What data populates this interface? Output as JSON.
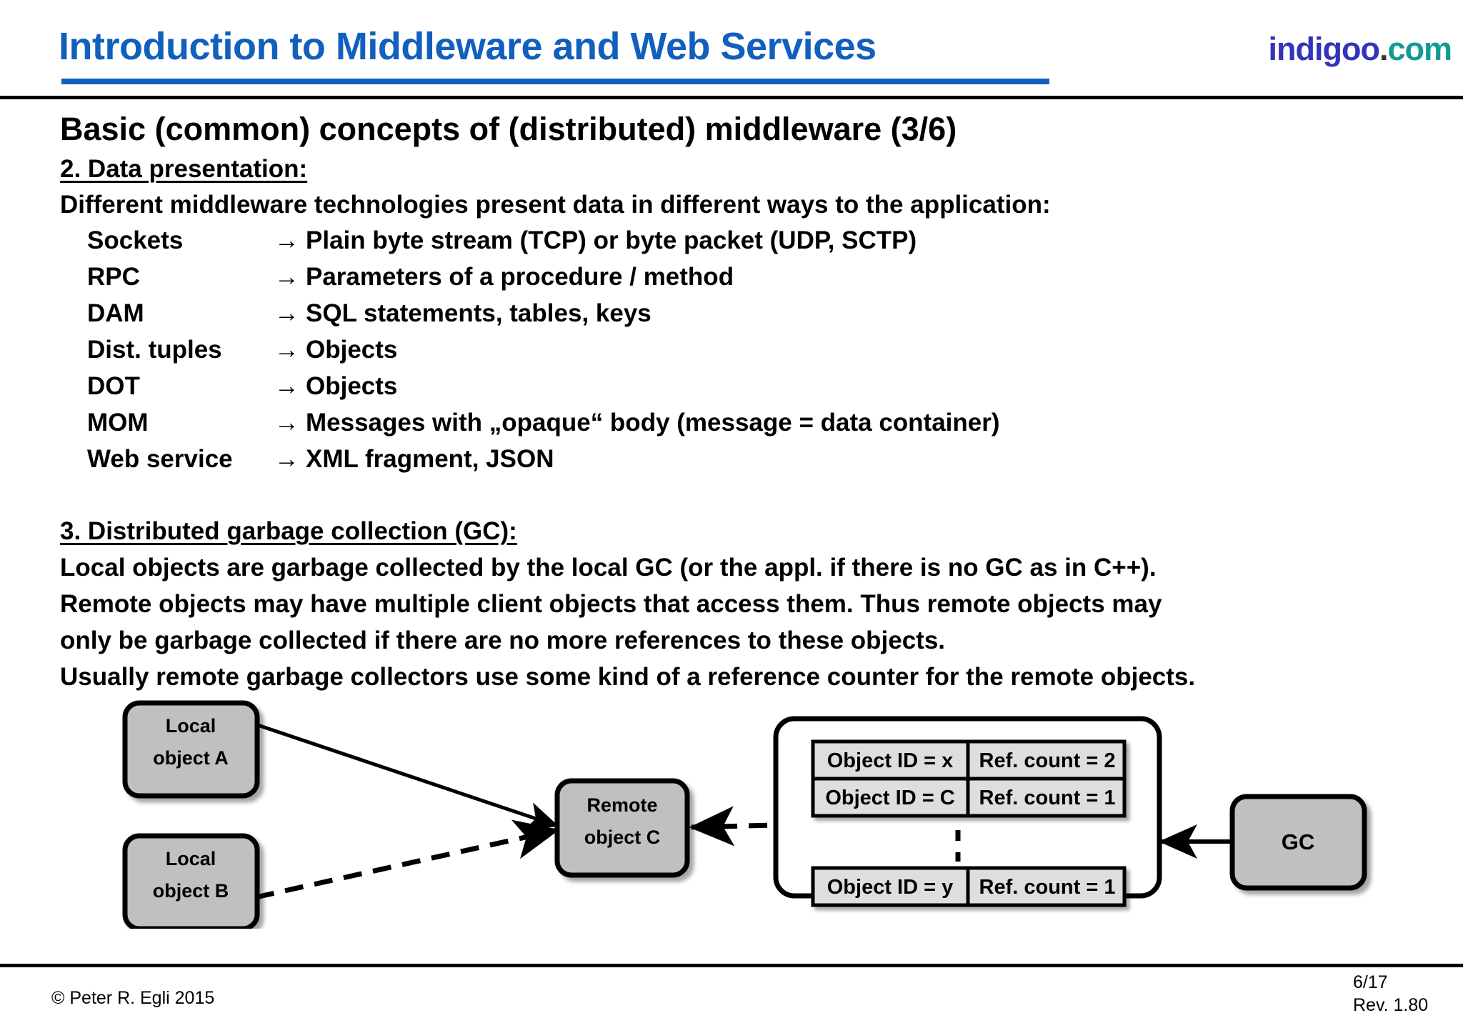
{
  "header": {
    "title": "Introduction to Middleware and Web Services",
    "logo": {
      "name": "indigoo",
      "dot": ".",
      "tld": "com"
    },
    "accent_color": "#1160bd",
    "logo_name_color": "#3333bb",
    "logo_tld_color": "#0f9d93"
  },
  "slide": {
    "title": "Basic (common) concepts of (distributed) middleware (3/6)",
    "section2": {
      "heading": "2. Data presentation:",
      "intro": "Different middleware technologies present data in different ways to the application:",
      "arrow_glyph": "→",
      "rows": [
        {
          "name": "Sockets",
          "desc": "Plain byte stream (TCP) or byte packet (UDP, SCTP)"
        },
        {
          "name": "RPC",
          "desc": "Parameters of a procedure / method"
        },
        {
          "name": "DAM",
          "desc": "SQL statements, tables, keys"
        },
        {
          "name": "Dist. tuples",
          "desc": "Objects"
        },
        {
          "name": "DOT",
          "desc": "Objects"
        },
        {
          "name": "MOM",
          "desc": "Messages with „opaque“ body (message = data container)"
        },
        {
          "name": "Web service",
          "desc": "XML fragment, JSON"
        }
      ]
    },
    "section3": {
      "heading": "3. Distributed garbage collection (GC):",
      "lines": [
        "Local objects are garbage collected by the local GC (or the appl. if there is no GC as in C++).",
        "Remote objects may have multiple client objects that access them. Thus remote objects may",
        "only be garbage collected if there are no more references to these objects.",
        "Usually remote garbage collectors use some kind of a reference counter for the remote objects."
      ]
    }
  },
  "diagram": {
    "box_fill": "#c0c0c0",
    "cell_fill": "#dedede",
    "stroke": "#000000",
    "local_a": {
      "line1": "Local",
      "line2": "object A"
    },
    "local_b": {
      "line1": "Local",
      "line2": "object B"
    },
    "remote_c": {
      "line1": "Remote",
      "line2": "object C"
    },
    "gc": {
      "label": "GC"
    },
    "table": {
      "rows": [
        {
          "id": "Object ID = x",
          "count": "Ref. count = 2"
        },
        {
          "id": "Object ID = C",
          "count": "Ref. count = 1"
        },
        {
          "id": "Object ID = y",
          "count": "Ref. count = 1"
        }
      ]
    }
  },
  "footer": {
    "copyright": "© Peter R. Egli 2015",
    "page": "6/17",
    "revision": "Rev. 1.80"
  }
}
